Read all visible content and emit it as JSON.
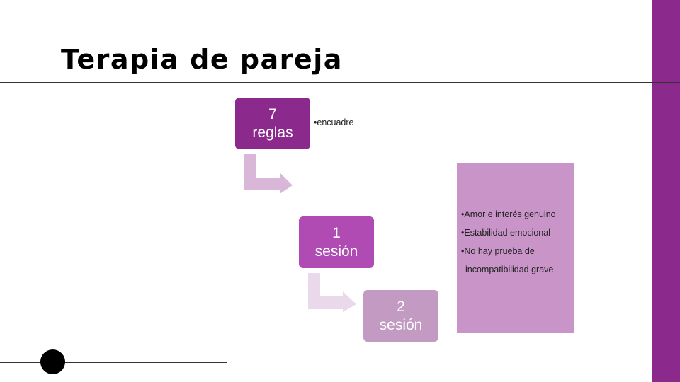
{
  "title": "Terapia de pareja",
  "steps": [
    {
      "label": "7\nreglas",
      "color": "#8b2a8c"
    },
    {
      "label": "1\nsesión",
      "color": "#b04bb3"
    },
    {
      "label": "2\nsesión",
      "color": "#c39ac2"
    }
  ],
  "step1_bullet": "•encuadre",
  "info_items": [
    "•Amor e interés genuino",
    "•Estabilidad emocional",
    "•No hay prueba de incompatibilidad grave"
  ],
  "colors": {
    "accent": "#8b2a8c",
    "info_box": "#c994c8",
    "arrow1": "#d9b7d8",
    "arrow2": "#ead9ea"
  }
}
